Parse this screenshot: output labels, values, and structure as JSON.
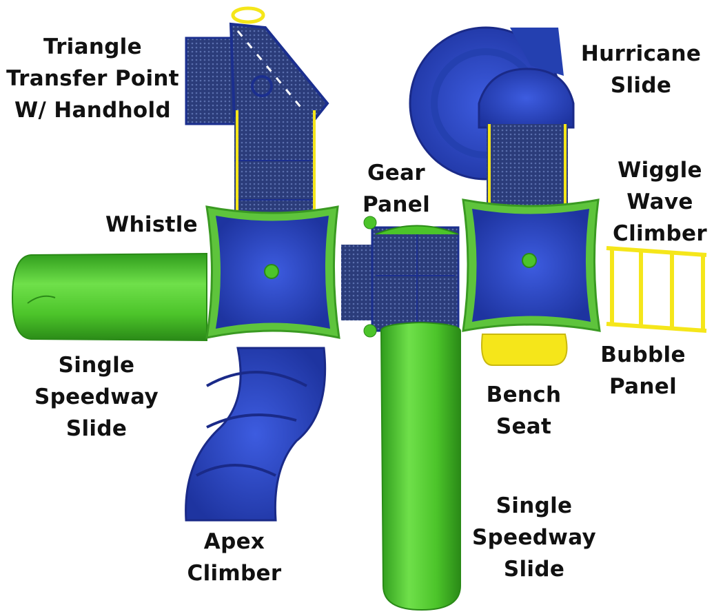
{
  "colors": {
    "platform_blue": "#2a45b8",
    "platform_blue_dark": "#1b2f8f",
    "roof_green": "#5ec43c",
    "slide_green": "#4cc42a",
    "deck_navy": "#2b3c7a",
    "frame_yellow": "#f5e61a",
    "label_text": "#111111"
  },
  "labels": {
    "triangle_transfer": [
      "Triangle",
      "Transfer Point",
      "W/ Handhold"
    ],
    "hurricane_slide": [
      "Hurricane",
      "Slide"
    ],
    "gear_panel": [
      "Gear",
      "Panel"
    ],
    "whistle": [
      "Whistle"
    ],
    "wiggle_wave": [
      "Wiggle",
      "Wave",
      "Climber"
    ],
    "single_speedway_left": [
      "Single",
      "Speedway",
      "Slide"
    ],
    "bubble_panel": [
      "Bubble",
      "Panel"
    ],
    "bench_seat": [
      "Bench",
      "Seat"
    ],
    "single_speedway_right": [
      "Single",
      "Speedway",
      "Slide"
    ],
    "apex_climber": [
      "Apex",
      "Climber"
    ]
  }
}
